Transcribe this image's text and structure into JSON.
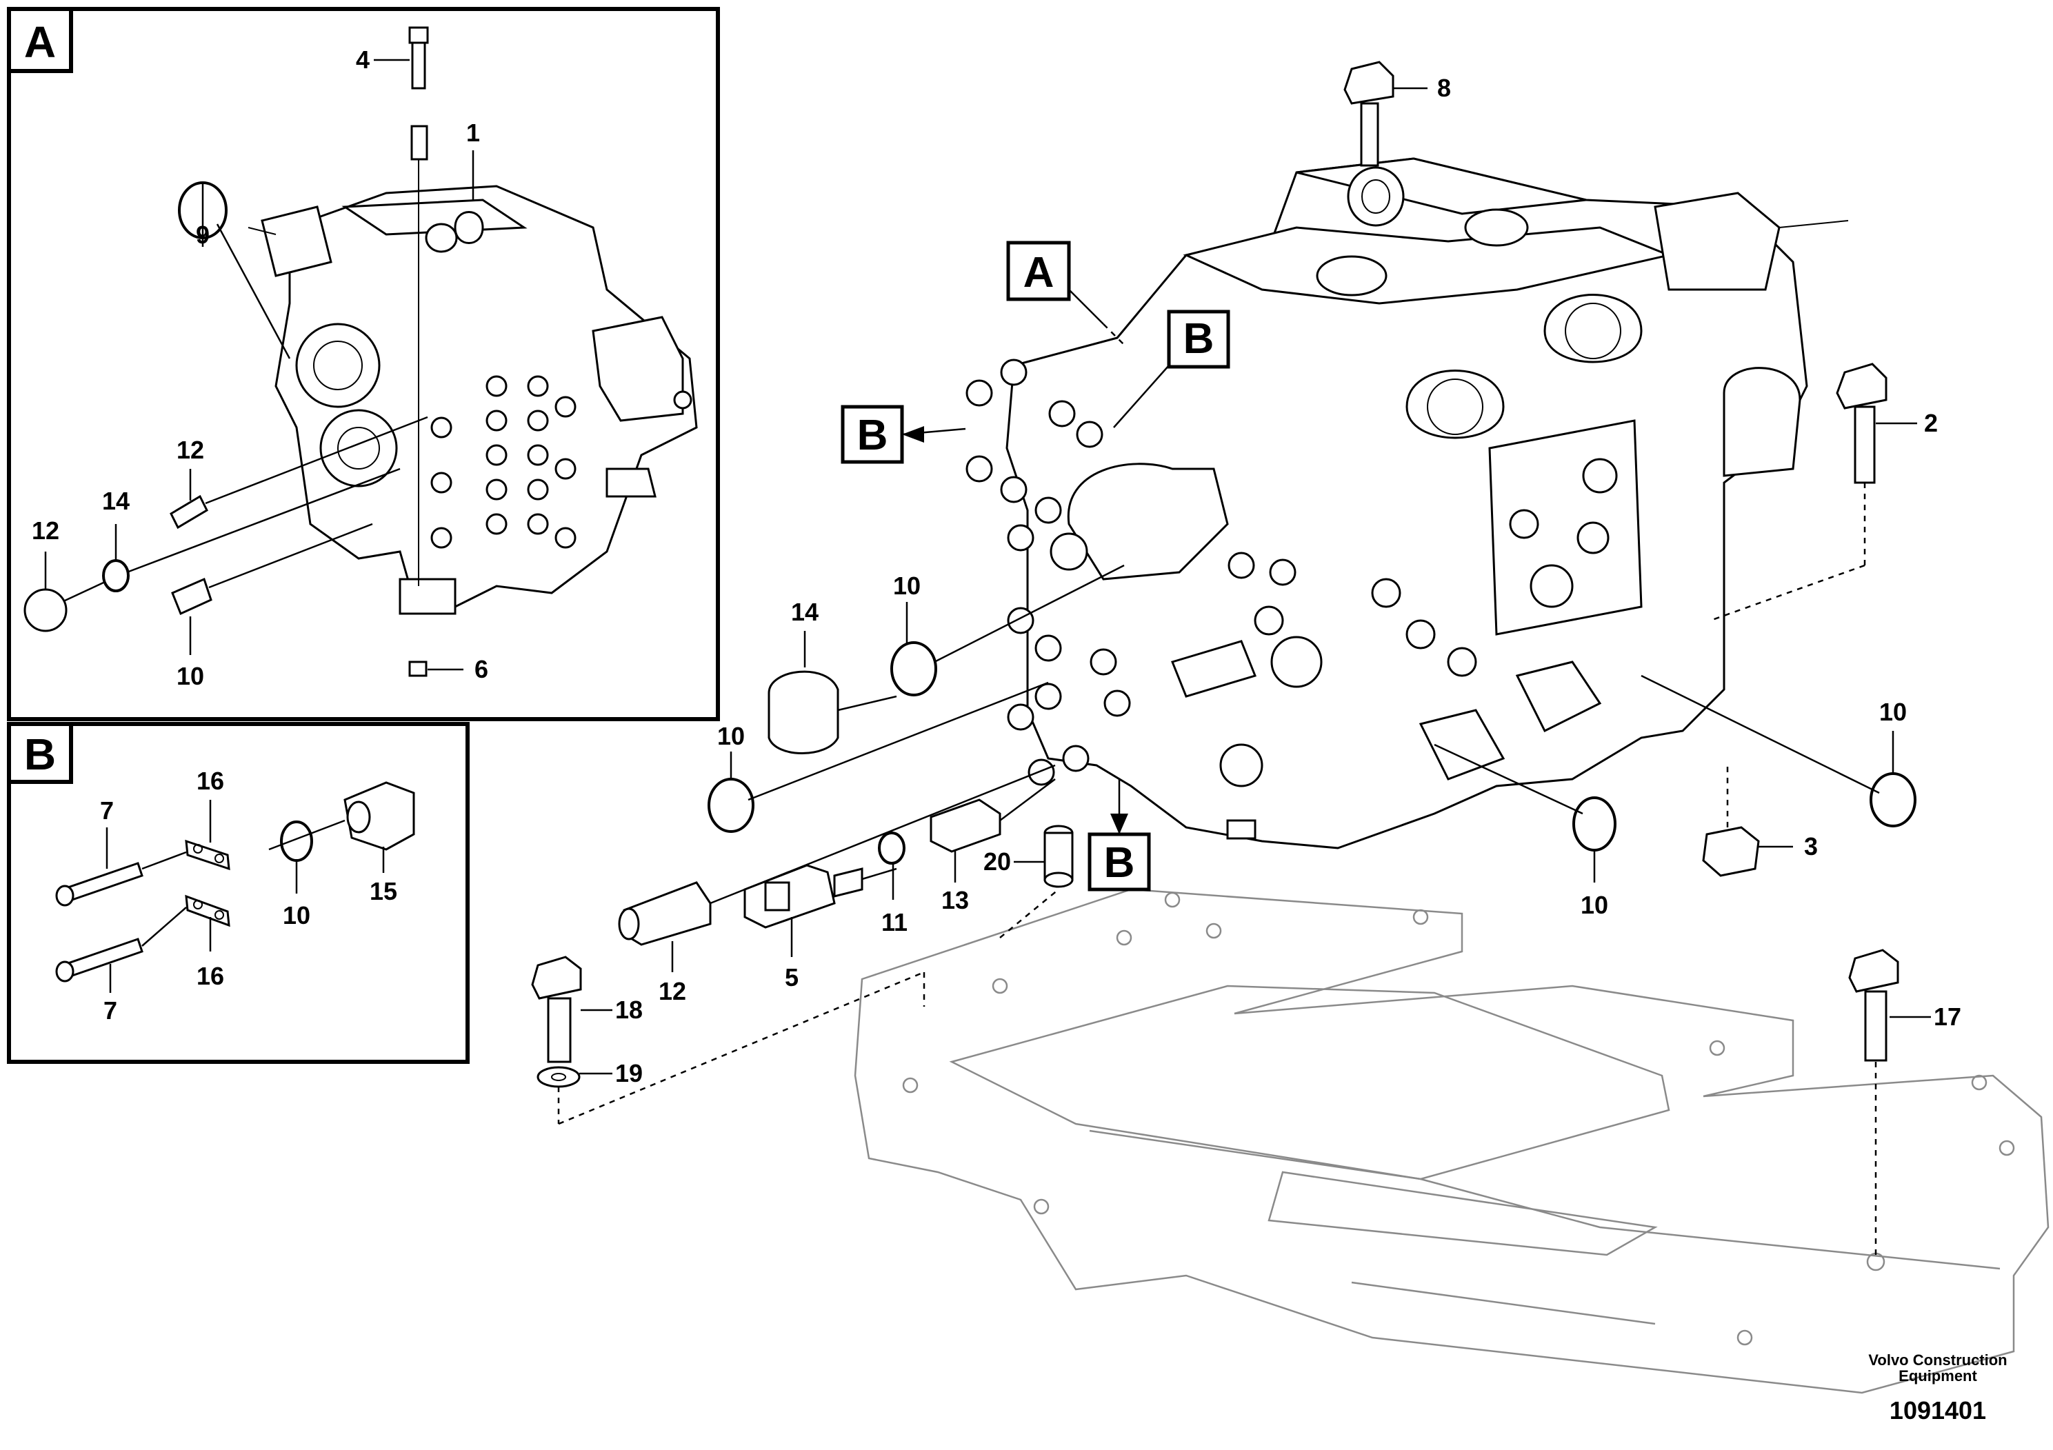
{
  "inset_a": {
    "letter": "A"
  },
  "inset_b": {
    "letter": "B"
  },
  "view_refs": {
    "a": "A",
    "b": "B"
  },
  "callouts_inset_a": [
    "4",
    "1",
    "9",
    "12",
    "10",
    "14",
    "12",
    "6"
  ],
  "callouts_inset_b": [
    "7",
    "16",
    "10",
    "15",
    "7",
    "16"
  ],
  "callouts_main": [
    "8",
    "2",
    "14",
    "10",
    "10",
    "10",
    "10",
    "12",
    "5",
    "11",
    "13",
    "20",
    "3",
    "18",
    "19",
    "17"
  ],
  "footer": {
    "credit_line1": "Volvo Construction",
    "credit_line2": "Equipment",
    "drawing_number": "1091401"
  }
}
